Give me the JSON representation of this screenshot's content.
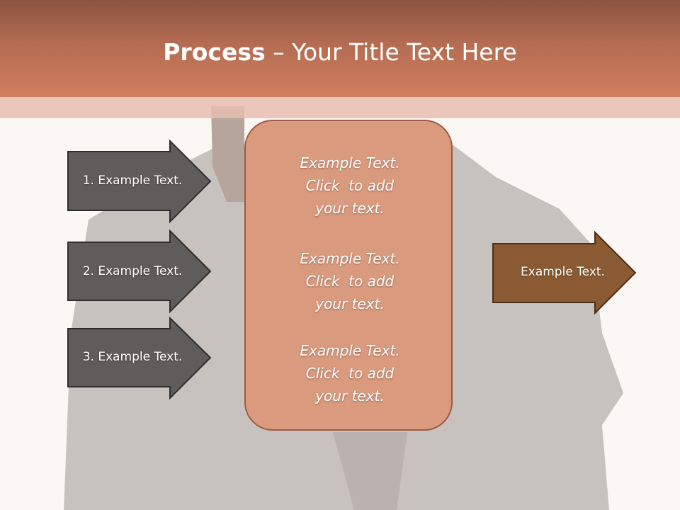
{
  "slide": {
    "title_bold": "Process",
    "title_rest": " – Your Title Text Here"
  },
  "left_arrows": [
    {
      "label": "1. Example Text."
    },
    {
      "label": "2. Example Text."
    },
    {
      "label": "3. Example Text."
    }
  ],
  "center_box": {
    "blocks": [
      {
        "lines": [
          "Example Text.",
          "Click  to add",
          "your text."
        ]
      },
      {
        "lines": [
          "Example Text.",
          "Click  to add",
          "your text."
        ]
      },
      {
        "lines": [
          "Example Text.",
          "Click  to add",
          "your text."
        ]
      }
    ]
  },
  "right_arrow": {
    "label": "Example Text."
  },
  "colors": {
    "title_band": "#c97658",
    "left_arrow_fill": "#5f5d5c",
    "center_box_fill": "#d99a7e",
    "right_arrow_fill": "#8a5a32"
  }
}
